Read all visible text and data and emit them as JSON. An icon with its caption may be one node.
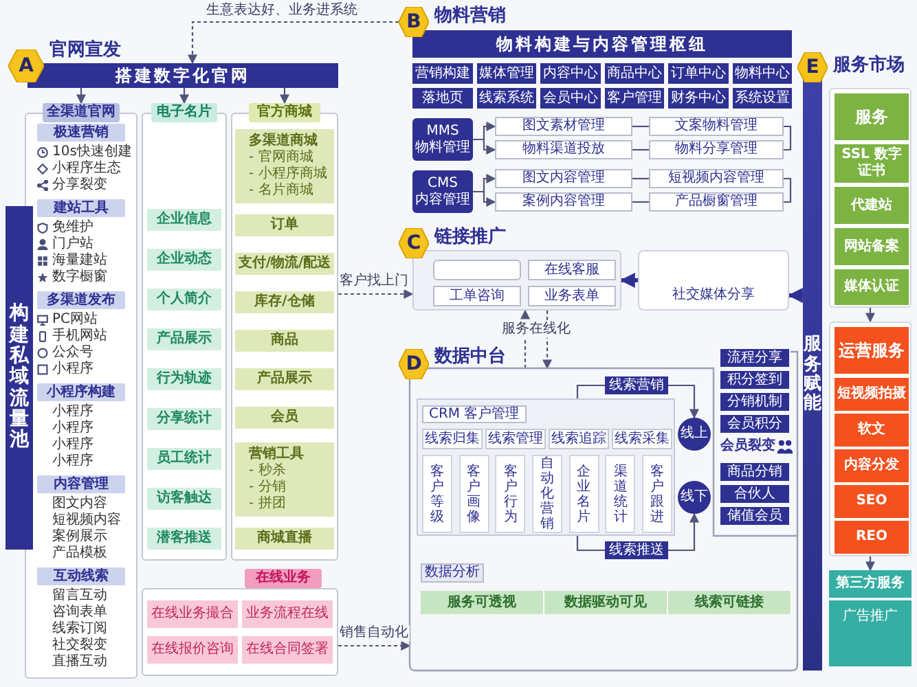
{
  "diagram": {
    "nodes": [
      {
        "text": [
          "A"
        ],
        "beside": [
          "官网宣发"
        ]
      },
      {
        "text": [
          "搭建数字化官网"
        ]
      },
      {
        "text": [
          "全渠道官网"
        ]
      },
      {
        "text": [
          "极速营销"
        ],
        "in": 2,
        "beside": [
          "10s快速创建",
          "小程序生态",
          "分享裂变"
        ]
      },
      {
        "text": [
          "建站工具"
        ],
        "in": 2,
        "beside": [
          "免维护",
          "门户站",
          "海量建站",
          "数字橱窗"
        ]
      },
      {
        "text": [
          "多渠道发布"
        ],
        "in": 2,
        "beside": [
          "PC网站",
          "手机网站",
          "公众号",
          "小程序"
        ]
      },
      {
        "text": [
          "小程序构建"
        ],
        "in": 2,
        "beside": [
          "小程序",
          "小程序",
          "小程序",
          "小程序"
        ]
      },
      {
        "text": [
          "内容管理"
        ],
        "in": 2,
        "beside": [
          "图文内容",
          "短视频内容",
          "案例展示",
          "产品模板"
        ]
      },
      {
        "text": [
          "互动线索"
        ],
        "in": 2,
        "beside": [
          "留言互动",
          "咨询表单",
          "线索订阅",
          "社交裂变",
          "直播互动"
        ]
      },
      {
        "text": [
          "构建私域流量池"
        ]
      },
      {
        "text": [
          "电子名片"
        ]
      },
      {
        "text": [
          "企业信息"
        ],
        "in": 10
      },
      {
        "text": [
          "企业动态"
        ],
        "in": 10
      },
      {
        "text": [
          "个人简介"
        ],
        "in": 10
      },
      {
        "text": [
          "产品展示"
        ],
        "in": 10
      },
      {
        "text": [
          "行为轨迹"
        ],
        "in": 10
      },
      {
        "text": [
          "分享统计"
        ],
        "in": 10
      },
      {
        "text": [
          "员工统计"
        ],
        "in": 10
      },
      {
        "text": [
          "访客触达"
        ],
        "in": 10
      },
      {
        "text": [
          "潜客推送"
        ],
        "in": 10
      },
      {
        "text": [
          "官方商城"
        ]
      },
      {
        "text": [
          "多渠道商城",
          "- 官网商城",
          "- 小程序商城",
          "- 名片商城"
        ],
        "in": 20
      },
      {
        "text": [
          "订单"
        ],
        "in": 20
      },
      {
        "text": [
          "支付/物流/配送"
        ],
        "in": 20
      },
      {
        "text": [
          "库存/仓储"
        ],
        "in": 20
      },
      {
        "text": [
          "商品"
        ],
        "in": 20
      },
      {
        "text": [
          "产品展示"
        ],
        "in": 20
      },
      {
        "text": [
          "会员"
        ],
        "in": 20
      },
      {
        "text": [
          "营销工具",
          "- 秒杀",
          "- 分销",
          "- 拼团"
        ],
        "in": 20
      },
      {
        "text": [
          "商城直播"
        ],
        "in": 20
      },
      {
        "text": [
          "在线业务"
        ]
      },
      {
        "text": [
          "在线业务撮合"
        ],
        "in": 30
      },
      {
        "text": [
          "业务流程在线"
        ],
        "in": 30
      },
      {
        "text": [
          "在线报价咨询"
        ],
        "in": 30
      },
      {
        "text": [
          "在线合同签署"
        ],
        "in": 30
      },
      {
        "text": [
          "B"
        ],
        "beside": [
          "物料营销"
        ]
      },
      {
        "text": [
          "物料构建与内容管理枢纽"
        ]
      },
      {
        "text": [
          "营销构建"
        ]
      },
      {
        "text": [
          "媒体管理"
        ]
      },
      {
        "text": [
          "内容中心"
        ]
      },
      {
        "text": [
          "商品中心"
        ]
      },
      {
        "text": [
          "订单中心"
        ]
      },
      {
        "text": [
          "物料中心"
        ]
      },
      {
        "text": [
          "落地页"
        ]
      },
      {
        "text": [
          "线索系统"
        ]
      },
      {
        "text": [
          "会员中心"
        ]
      },
      {
        "text": [
          "客户管理"
        ]
      },
      {
        "text": [
          "财务中心"
        ]
      },
      {
        "text": [
          "系统设置"
        ]
      },
      {
        "text": [
          "MMS",
          "物料管理"
        ]
      },
      {
        "text": [
          "图文素材管理"
        ]
      },
      {
        "text": [
          "文案物料管理"
        ]
      },
      {
        "text": [
          "物料渠道投放"
        ]
      },
      {
        "text": [
          "物料分享管理"
        ]
      },
      {
        "text": [
          "CMS",
          "内容管理"
        ]
      },
      {
        "text": [
          "图文内容管理"
        ]
      },
      {
        "text": [
          "短视频内容管理"
        ]
      },
      {
        "text": [
          "案例内容管理"
        ]
      },
      {
        "text": [
          "产品橱窗管理"
        ]
      },
      {
        "text": [
          "C"
        ],
        "beside": [
          "链接推广"
        ]
      },
      {
        "text": [],
        "shape": "box"
      },
      {
        "text": [],
        "shape": "box",
        "in": 60
      },
      {
        "text": [
          "在线客服"
        ],
        "in": 60
      },
      {
        "text": [
          "工单咨询"
        ],
        "in": 60
      },
      {
        "text": [
          "业务表单"
        ],
        "in": 60
      },
      {
        "text": [
          "社交媒体分享"
        ]
      },
      {
        "text": [
          "D"
        ],
        "beside": [
          "数据中台"
        ]
      },
      {
        "text": [],
        "shape": "box"
      },
      {
        "text": [
          "CRM 客户管理"
        ],
        "in": 67
      },
      {
        "text": [
          "线索归集"
        ],
        "in": 68
      },
      {
        "text": [
          "线索管理"
        ],
        "in": 68
      },
      {
        "text": [
          "线索追踪"
        ],
        "in": 68
      },
      {
        "text": [
          "线索采集"
        ],
        "in": 68
      },
      {
        "text": [
          "客户等级"
        ],
        "in": 68
      },
      {
        "text": [
          "客户画像"
        ],
        "in": 68
      },
      {
        "text": [
          "客户行为"
        ],
        "in": 68
      },
      {
        "text": [
          "自动化营销"
        ],
        "in": 68
      },
      {
        "text": [
          "企业名片"
        ],
        "in": 68
      },
      {
        "text": [
          "渠道统计"
        ],
        "in": 68
      },
      {
        "text": [
          "客户跟进"
        ],
        "in": 68
      },
      {
        "text": [
          "线上"
        ],
        "in": 67
      },
      {
        "text": [
          "线下"
        ],
        "in": 67
      },
      {
        "text": [
          "数据分析"
        ],
        "in": 67
      },
      {
        "text": [
          "服务可透视"
        ],
        "in": 67
      },
      {
        "text": [
          "数据驱动可见"
        ],
        "in": 67
      },
      {
        "text": [
          "线索可链接"
        ],
        "in": 67
      },
      {
        "text": [
          "流程分享"
        ]
      },
      {
        "text": [
          "积分签到"
        ]
      },
      {
        "text": [
          "分销机制"
        ]
      },
      {
        "text": [
          "会员积分"
        ]
      },
      {
        "text": [
          "商品分销"
        ]
      },
      {
        "text": [
          "合伙人"
        ]
      },
      {
        "text": [
          "储值会员"
        ]
      },
      {
        "text": [
          "E"
        ],
        "beside": [
          "服务市场"
        ]
      },
      {
        "text": [
          "服务赋能"
        ]
      },
      {
        "text": [],
        "shape": "box"
      },
      {
        "text": [
          "服务"
        ],
        "in": 95
      },
      {
        "text": [
          "SSL 数字证书"
        ],
        "in": 95
      },
      {
        "text": [
          "代建站"
        ],
        "in": 95
      },
      {
        "text": [
          "网站备案"
        ],
        "in": 95
      },
      {
        "text": [
          "媒体认证"
        ],
        "in": 95
      },
      {
        "text": [],
        "shape": "box"
      },
      {
        "text": [
          "运营服务"
        ],
        "in": 101
      },
      {
        "text": [
          "短视频拍摄"
        ],
        "in": 101
      },
      {
        "text": [
          "软文"
        ],
        "in": 101
      },
      {
        "text": [
          "内容分发"
        ],
        "in": 101
      },
      {
        "text": [
          "SEO"
        ],
        "in": 101
      },
      {
        "text": [
          "REO"
        ],
        "in": 101
      },
      {
        "text": [
          "第三方服务",
          "广告推广"
        ]
      },
      {
        "text": [
          "线索营销"
        ],
        "in": 67
      },
      {
        "text": [
          "线索推送"
        ],
        "in": 67
      }
    ],
    "edges": [
      {
        "from": 35,
        "to": 1,
        "arrow": "to",
        "style": "dashed",
        "label": "生意表达好、业务进系统"
      },
      {
        "from": 1,
        "to": 2,
        "arrow": "to"
      },
      {
        "from": 1,
        "to": 10,
        "arrow": "to"
      },
      {
        "from": 1,
        "to": 20,
        "arrow": "to"
      },
      {
        "from": 20,
        "to": 60,
        "arrow": "to",
        "style": "dashed",
        "label": "客户找上门"
      },
      {
        "from": 30,
        "to": 67,
        "arrow": "to",
        "style": "dashed",
        "label": "销售自动化"
      },
      {
        "from": 49,
        "to": 50,
        "arrow": "to"
      },
      {
        "from": 49,
        "to": 52,
        "arrow": "to"
      },
      {
        "from": 50,
        "to": 51,
        "arrow": "none"
      },
      {
        "from": 52,
        "to": 53,
        "arrow": "none"
      },
      {
        "from": 51,
        "to": 53,
        "arrow": "none"
      },
      {
        "from": 54,
        "to": 55,
        "arrow": "to"
      },
      {
        "from": 54,
        "to": 57,
        "arrow": "to"
      },
      {
        "from": 55,
        "to": 56,
        "arrow": "none"
      },
      {
        "from": 57,
        "to": 58,
        "arrow": "none"
      },
      {
        "from": 56,
        "to": 58,
        "arrow": "none"
      },
      {
        "from": 65,
        "to": 60,
        "arrow": "to",
        "style": "thick"
      },
      {
        "from": 67,
        "to": 60,
        "arrow": "to",
        "style": "dashed",
        "label": "服务在线化"
      },
      {
        "from": 60,
        "to": 67,
        "arrow": "to",
        "style": "dashed"
      },
      {
        "from": 68,
        "to": 109,
        "arrow": "none"
      },
      {
        "from": 68,
        "to": 110,
        "arrow": "none"
      },
      {
        "from": 94,
        "to": 65,
        "arrow": "to",
        "style": "thick"
      },
      {
        "from": 95,
        "to": 101,
        "arrow": "to"
      },
      {
        "from": 101,
        "to": 108,
        "arrow": "to"
      },
      {
        "from": 109,
        "to": 80,
        "arrow": "to"
      },
      {
        "from": 110,
        "to": 81,
        "arrow": "to"
      }
    ],
    "labels": [
      "会员裂变"
    ]
  }
}
